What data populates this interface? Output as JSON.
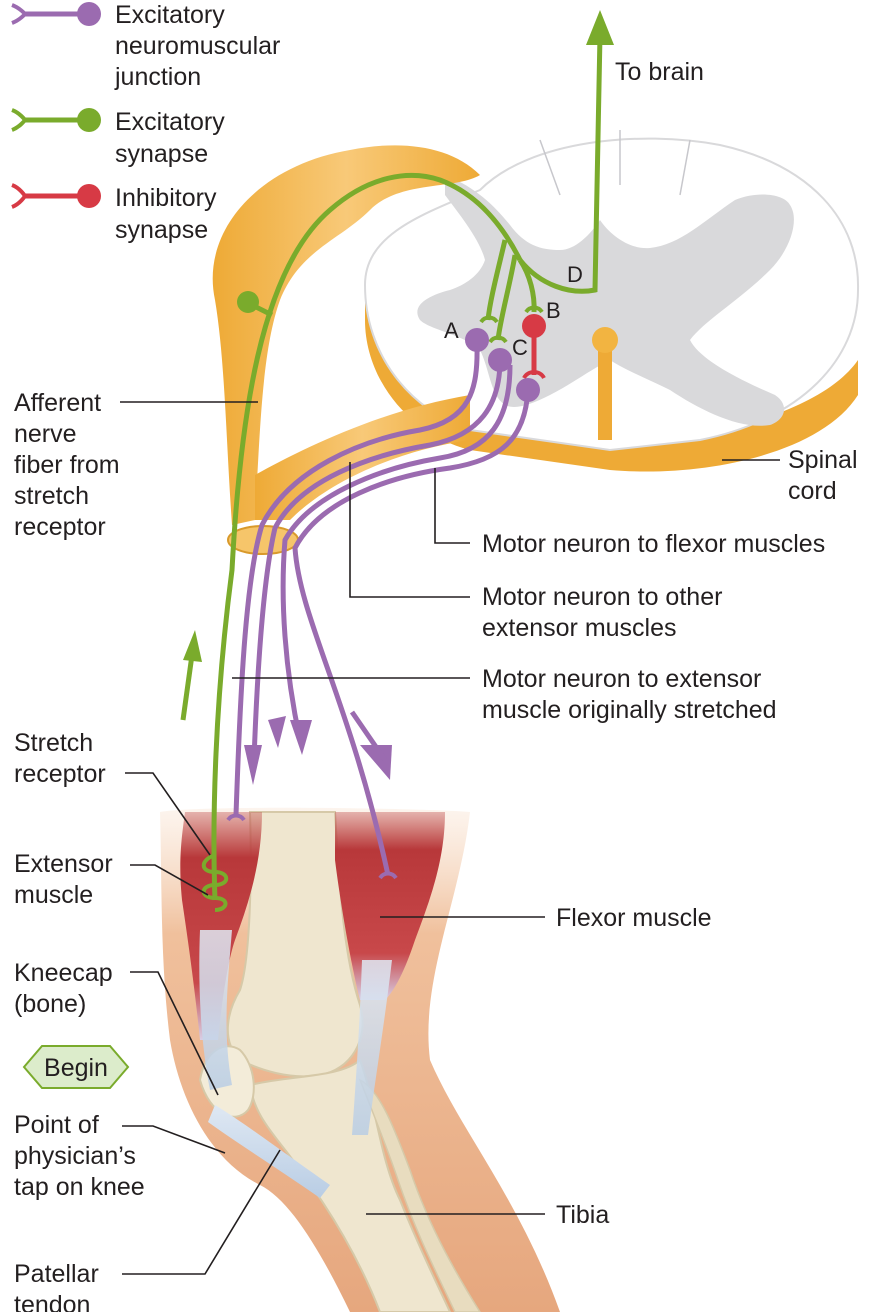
{
  "legend": {
    "items": [
      {
        "lines": [
          "Excitatory",
          "neuromuscular",
          "junction"
        ],
        "color": "#9b6bb0"
      },
      {
        "lines": [
          "Excitatory",
          "synapse"
        ],
        "color": "#7aab2c"
      },
      {
        "lines": [
          "Inhibitory",
          "synapse"
        ],
        "color": "#d73a45"
      }
    ]
  },
  "labels": {
    "to_brain": "To brain",
    "node_a": "A",
    "node_b": "B",
    "node_c": "C",
    "node_d": "D",
    "afferent": [
      "Afferent",
      "nerve",
      "fiber from",
      "stretch",
      "receptor"
    ],
    "spinal_cord": [
      "Spinal",
      "cord"
    ],
    "motor_flexor": "Motor neuron to flexor muscles",
    "motor_other": [
      "Motor neuron to other",
      "extensor muscles"
    ],
    "motor_stretched": [
      "Motor neuron to extensor",
      "muscle originally stretched"
    ],
    "stretch_receptor": [
      "Stretch",
      "receptor"
    ],
    "extensor_muscle": [
      "Extensor",
      "muscle"
    ],
    "flexor_muscle": "Flexor muscle",
    "kneecap": [
      "Kneecap",
      "(bone)"
    ],
    "begin": "Begin",
    "tap_point": [
      "Point of",
      "physician’s",
      "tap on knee"
    ],
    "tibia": "Tibia",
    "patellar_tendon": [
      "Patellar",
      "tendon"
    ]
  },
  "colors": {
    "excitatory_junction": "#9b6bb0",
    "excitatory_synapse": "#7aab2c",
    "inhibitory_synapse": "#d73a45",
    "spinal_tissue": "#f2b441",
    "gray_matter": "#d9d9db",
    "muscle": "#b8383a",
    "bone": "#efe6cf",
    "skin": "#eab48f"
  }
}
